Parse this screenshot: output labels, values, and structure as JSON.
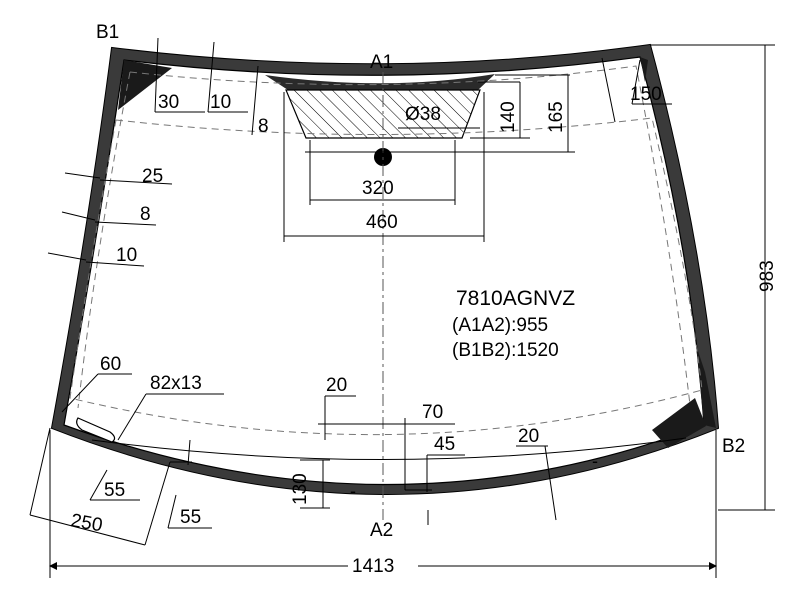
{
  "drawing": {
    "part_code": "7810AGNVZ",
    "a1a2_text": "(A1A2):955",
    "b1b2_text": "(B1B2):1520",
    "points": {
      "a1": "A1",
      "a2": "A2",
      "b1": "B1",
      "b2": "B2"
    },
    "dimensions": {
      "top_30": "30",
      "top_10": "10",
      "top_8": "8",
      "sensor_diameter": "Ø38",
      "top_140": "140",
      "top_165": "165",
      "top_150": "150",
      "left_25": "25",
      "left_8": "8",
      "left_10": "10",
      "width_320": "320",
      "width_460": "460",
      "height_983": "983",
      "left_60": "60",
      "vin_82x13": "82x13",
      "bottom_20a": "20",
      "bottom_70": "70",
      "bottom_45": "45",
      "bottom_20b": "20",
      "bottom_130": "130",
      "bottom_55a": "55",
      "bottom_250": "250",
      "bottom_55b": "55",
      "width_1413": "1413"
    }
  }
}
